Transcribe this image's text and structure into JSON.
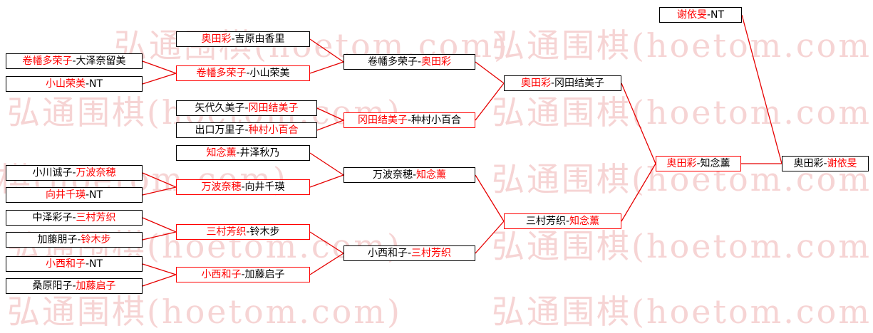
{
  "watermark": {
    "text": "弘通围棋(hoetom.com)",
    "color": "#f6d4d4"
  },
  "separator": "-",
  "colors": {
    "winner_text": "#ff0000",
    "loser_text": "#000000",
    "line": "#e60000",
    "border_black": "#000000",
    "border_red": "#ff0000"
  },
  "matches": [
    {
      "id": "r1m1",
      "p1": "卷幡多荣子",
      "p2": "大泽奈留美",
      "winner": 1,
      "border": "black"
    },
    {
      "id": "r1m2",
      "p1": "小山荣美",
      "p2": "NT",
      "winner": 1,
      "border": "black"
    },
    {
      "id": "r1m3",
      "p1": "小川诚子",
      "p2": "万波奈穂",
      "winner": 2,
      "border": "black"
    },
    {
      "id": "r1m4",
      "p1": "向井千瑛",
      "p2": "NT",
      "winner": 1,
      "border": "black"
    },
    {
      "id": "r1m5",
      "p1": "中泽彩子",
      "p2": "三村芳织",
      "winner": 2,
      "border": "black"
    },
    {
      "id": "r1m6",
      "p1": "加藤朋子",
      "p2": "铃木步",
      "winner": 2,
      "border": "black"
    },
    {
      "id": "r1m7",
      "p1": "小西和子",
      "p2": "NT",
      "winner": 1,
      "border": "black"
    },
    {
      "id": "r1m8",
      "p1": "桑原阳子",
      "p2": "加藤启子",
      "winner": 2,
      "border": "black"
    },
    {
      "id": "r2m1",
      "p1": "奥田彩",
      "p2": "吉原由香里",
      "winner": 1,
      "border": "black"
    },
    {
      "id": "r2m2",
      "p1": "卷幡多荣子",
      "p2": "小山荣美",
      "winner": 1,
      "border": "red"
    },
    {
      "id": "r2m3",
      "p1": "矢代久美子",
      "p2": "冈田结美子",
      "winner": 2,
      "border": "black"
    },
    {
      "id": "r2m4",
      "p1": "出口万里子",
      "p2": "种村小百合",
      "winner": 2,
      "border": "black"
    },
    {
      "id": "r2m5",
      "p1": "知念薰",
      "p2": "井泽秋乃",
      "winner": 1,
      "border": "black"
    },
    {
      "id": "r2m6",
      "p1": "万波奈穂",
      "p2": "向井千瑛",
      "winner": 1,
      "border": "red"
    },
    {
      "id": "r2m7",
      "p1": "三村芳织",
      "p2": "铃木步",
      "winner": 1,
      "border": "red"
    },
    {
      "id": "r2m8",
      "p1": "小西和子",
      "p2": "加藤启子",
      "winner": 1,
      "border": "red"
    },
    {
      "id": "r3m1",
      "p1": "卷幡多荣子",
      "p2": "奥田彩",
      "winner": 2,
      "border": "black"
    },
    {
      "id": "r3m2",
      "p1": "冈田结美子",
      "p2": "种村小百合",
      "winner": 1,
      "border": "red"
    },
    {
      "id": "r3m3",
      "p1": "万波奈穂",
      "p2": "知念薰",
      "winner": 2,
      "border": "black"
    },
    {
      "id": "r3m4",
      "p1": "小西和子",
      "p2": "三村芳织",
      "winner": 2,
      "border": "black"
    },
    {
      "id": "r4m1",
      "p1": "奥田彩",
      "p2": "冈田结美子",
      "winner": 1,
      "border": "black"
    },
    {
      "id": "r4m2",
      "p1": "三村芳织",
      "p2": "知念薰",
      "winner": 2,
      "border": "red"
    },
    {
      "id": "r5m1",
      "p1": "奥田彩",
      "p2": "知念薰",
      "winner": 1,
      "border": "red"
    },
    {
      "id": "r5m2",
      "p1": "谢依旻",
      "p2": "NT",
      "winner": 1,
      "border": "black"
    },
    {
      "id": "final",
      "p1": "奥田彩",
      "p2": "谢依旻",
      "winner": 2,
      "border": "black"
    }
  ],
  "connections": [
    [
      "r1m1",
      "r2m2"
    ],
    [
      "r1m2",
      "r2m2"
    ],
    [
      "r1m3",
      "r2m6"
    ],
    [
      "r1m4",
      "r2m6"
    ],
    [
      "r1m5",
      "r2m7"
    ],
    [
      "r1m6",
      "r2m7"
    ],
    [
      "r1m7",
      "r2m8"
    ],
    [
      "r1m8",
      "r2m8"
    ],
    [
      "r2m1",
      "r3m1"
    ],
    [
      "r2m2",
      "r3m1"
    ],
    [
      "r2m3",
      "r3m2"
    ],
    [
      "r2m4",
      "r3m2"
    ],
    [
      "r2m5",
      "r3m3"
    ],
    [
      "r2m6",
      "r3m3"
    ],
    [
      "r2m7",
      "r3m4"
    ],
    [
      "r2m8",
      "r3m4"
    ],
    [
      "r3m1",
      "r4m1"
    ],
    [
      "r3m2",
      "r4m1"
    ],
    [
      "r3m3",
      "r4m2"
    ],
    [
      "r3m4",
      "r4m2"
    ],
    [
      "r4m1",
      "r5m1"
    ],
    [
      "r4m2",
      "r5m1"
    ],
    [
      "r5m1",
      "final"
    ],
    [
      "r5m2",
      "final"
    ]
  ]
}
